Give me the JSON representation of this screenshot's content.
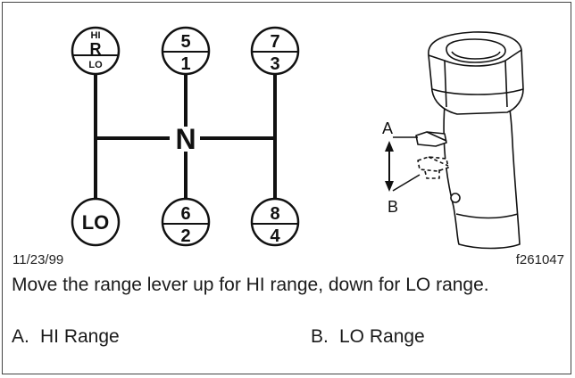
{
  "shift_pattern": {
    "neutral": "N",
    "range_top": "HI",
    "reverse": "R",
    "range_bottom": "LO",
    "lo_gear": "LO",
    "gears": {
      "g5": "5",
      "g1": "1",
      "g7": "7",
      "g3": "3",
      "g6": "6",
      "g2": "2",
      "g8": "8",
      "g4": "4"
    }
  },
  "lever_callouts": {
    "a": "A",
    "b": "B"
  },
  "footer": {
    "date": "11/23/99",
    "figure_id": "f261047"
  },
  "caption": "Move the range lever up for HI range, down for LO range.",
  "legend": [
    {
      "letter": "A.",
      "text": "HI Range"
    },
    {
      "letter": "B.",
      "text": "LO Range"
    }
  ]
}
